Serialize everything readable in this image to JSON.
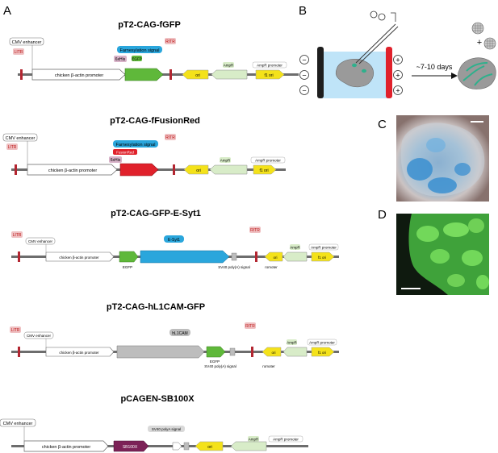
{
  "panels": {
    "a": "A",
    "b": "B",
    "c": "C",
    "d": "D"
  },
  "plasmids": [
    {
      "title": "pT2-CAG-fGFP",
      "segments": [
        {
          "label": "CMV enhancer"
        },
        {
          "label": "LITR"
        },
        {
          "label": "chicken β-actin promoter"
        },
        {
          "label": "6xHis"
        },
        {
          "label": "Farnesylation signal"
        },
        {
          "label": "EGFP"
        },
        {
          "label": "RITR"
        },
        {
          "label": "ori"
        },
        {
          "label": "AmpR"
        },
        {
          "label": "AmpR promoter"
        },
        {
          "label": "f1 ori"
        }
      ]
    },
    {
      "title": "pT2-CAG-fFusionRed",
      "segments": [
        {
          "label": "CMV enhancer"
        },
        {
          "label": "LITR"
        },
        {
          "label": "chicken β-actin promoter"
        },
        {
          "label": "Farnesylation signal"
        },
        {
          "label": "FusionRed"
        },
        {
          "label": "6xHis"
        },
        {
          "label": "RITR"
        },
        {
          "label": "ori"
        },
        {
          "label": "AmpR"
        },
        {
          "label": "AmpR promoter"
        },
        {
          "label": "f1 ori"
        }
      ]
    },
    {
      "title": "pT2-CAG-GFP-E-Syt1",
      "segments": [
        {
          "label": "LITR"
        },
        {
          "label": "CMV enhancer"
        },
        {
          "label": "chicken β-actin promoter"
        },
        {
          "label": "EGFP"
        },
        {
          "label": "E-Syt1"
        },
        {
          "label": "SV40 poly(A) signal"
        },
        {
          "label": "RITR"
        },
        {
          "label": "romoter"
        },
        {
          "label": "ori"
        },
        {
          "label": "AmpR"
        },
        {
          "label": "AmpR promoter"
        },
        {
          "label": "f1 ori"
        }
      ]
    },
    {
      "title": "pT2-CAG-hL1CAM-GFP",
      "segments": [
        {
          "label": "LITR"
        },
        {
          "label": "CMV enhancer"
        },
        {
          "label": "chicken β-actin promoter"
        },
        {
          "label": "hL1CAM"
        },
        {
          "label": "EGFP"
        },
        {
          "label": "SV40 poly(A) signal"
        },
        {
          "label": "RITR"
        },
        {
          "label": "romoter"
        },
        {
          "label": "ori"
        },
        {
          "label": "AmpR"
        },
        {
          "label": "AmpR promoter"
        },
        {
          "label": "f1 ori"
        }
      ]
    },
    {
      "title": "pCAGEN-SB100X",
      "segments": [
        {
          "label": "CMV enhancer"
        },
        {
          "label": "chicken β-actin promoter"
        },
        {
          "label": "SV40 polyA signal"
        },
        {
          "label": "SB100X"
        },
        {
          "label": "ori"
        },
        {
          "label": "AmpR"
        },
        {
          "label": "AmpR promoter"
        }
      ]
    }
  ],
  "electroporation": {
    "minus": "−",
    "plus": "+",
    "duration": "~7-10 days",
    "dish_plus": "+"
  },
  "colors": {
    "backbone": "#6d6d6d",
    "promoter": "#ffffff",
    "egfp": "#5fb83a",
    "fusionred": "#e0212b",
    "esyt1": "#2aa6dc",
    "hl1cam": "#bdbdbd",
    "sb100x": "#7c2257",
    "ori": "#f4e21a",
    "ampr": "#d8ecc8",
    "itr": "#d9545b",
    "farnesylation": "#2aa6dc",
    "his": "#d8b2c8"
  }
}
